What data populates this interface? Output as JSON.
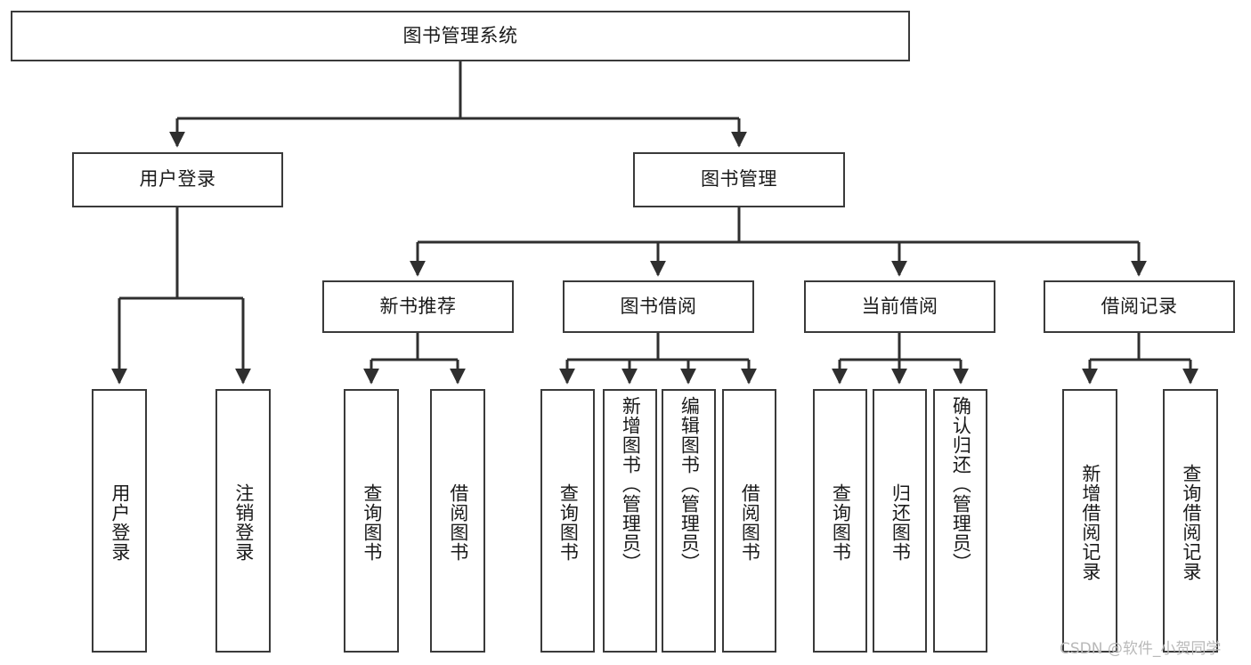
{
  "diagram": {
    "title_node": {
      "label": "图书管理系统"
    },
    "level2": [
      {
        "label": "用户登录"
      },
      {
        "label": "图书管理"
      }
    ],
    "level3": [
      {
        "label": "新书推荐"
      },
      {
        "label": "图书借阅"
      },
      {
        "label": "当前借阅"
      },
      {
        "label": "借阅记录"
      }
    ],
    "leaves": {
      "user_login": [
        {
          "label": "用户登录"
        },
        {
          "label": "注销登录"
        }
      ],
      "new_book": [
        {
          "label": "查询图书"
        },
        {
          "label": "借阅图书"
        }
      ],
      "book_borrow": [
        {
          "label": "查询图书"
        },
        {
          "label": "新增图书（管理员）"
        },
        {
          "label": "编辑图书（管理员）"
        },
        {
          "label": "借阅图书"
        }
      ],
      "current_borrow": [
        {
          "label": "查询图书"
        },
        {
          "label": "归还图书"
        },
        {
          "label": "确认归还（管理员）"
        }
      ],
      "borrow_record": [
        {
          "label": "新增借阅记录"
        },
        {
          "label": "查询借阅记录"
        }
      ]
    }
  },
  "watermark": {
    "text": "CSDN @软件_小贺同学"
  },
  "colors": {
    "box_border": "#3a3a3a",
    "connector": "#2f2f2f",
    "background": "#ffffff",
    "text": "#1a1a1a",
    "watermark": "#b9b9b9"
  }
}
